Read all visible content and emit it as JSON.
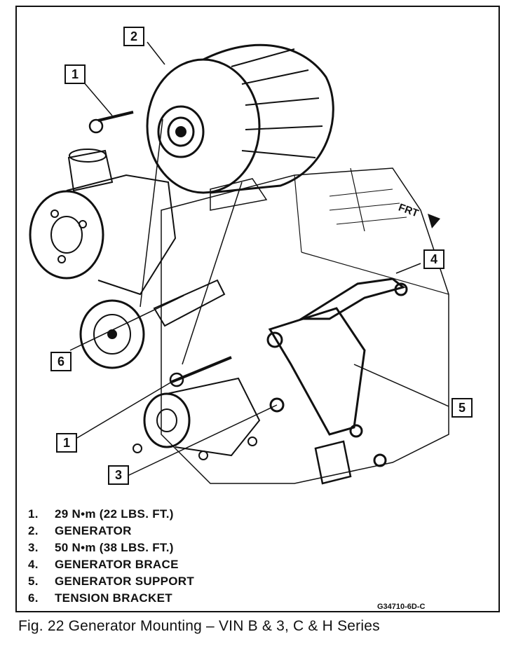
{
  "callouts": [
    {
      "id": "c2",
      "text": "2"
    },
    {
      "id": "c1a",
      "text": "1"
    },
    {
      "id": "c4",
      "text": "4"
    },
    {
      "id": "c6",
      "text": "6"
    },
    {
      "id": "c5",
      "text": "5"
    },
    {
      "id": "c1b",
      "text": "1"
    },
    {
      "id": "c3",
      "text": "3"
    }
  ],
  "frt": "FRT",
  "legend": [
    {
      "num": "1.",
      "text": "29 N•m (22 LBS. FT.)"
    },
    {
      "num": "2.",
      "text": "GENERATOR"
    },
    {
      "num": "3.",
      "text": "50 N•m (38 LBS. FT.)"
    },
    {
      "num": "4.",
      "text": "GENERATOR BRACE"
    },
    {
      "num": "5.",
      "text": "GENERATOR SUPPORT"
    },
    {
      "num": "6.",
      "text": "TENSION BRACKET"
    }
  ],
  "figure_code": "G34710-6D-C",
  "caption": "Fig. 22 Generator Mounting – VIN B & 3, C & H Series"
}
